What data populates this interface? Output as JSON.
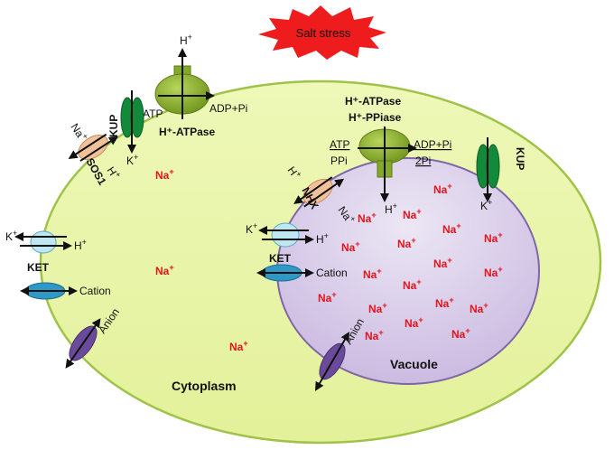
{
  "title": "Salt stress",
  "compartments": {
    "cytoplasm": "Cytoplasm",
    "vacuole": "Vacuole"
  },
  "ions": {
    "na": "Na",
    "h": "H",
    "k": "K",
    "plus": "+",
    "cation": "Cation",
    "anion": "Anion"
  },
  "transporters": {
    "atpase_plasma": "H⁺-ATPase",
    "atpase_vacuole": "H⁺-ATPase",
    "ppiase_vacuole": "H⁺-PPiase",
    "kup": "KUP",
    "sos1": "SOS1",
    "ket": "KET",
    "nhx": "NHX"
  },
  "reactions": {
    "atp": "ATP",
    "adp_pi": "ADP+Pi",
    "ppi": "PPi",
    "two_pi": "2Pi"
  },
  "colors": {
    "cell_fill": "#e9f5a6",
    "cell_stroke": "#9fc349",
    "vacuole_fill": "#d9cdea",
    "vacuole_stroke": "#7e67a8",
    "pump_green": "#84a828",
    "kup_green": "#138a3a",
    "sos_orange": "#f1c29a",
    "ket_blue": "#bfe7f2",
    "cation_blue": "#2f98c4",
    "anion_purple": "#6a4a9a",
    "stress_red": "#ee1c1c",
    "na_red": "#e2141b"
  }
}
